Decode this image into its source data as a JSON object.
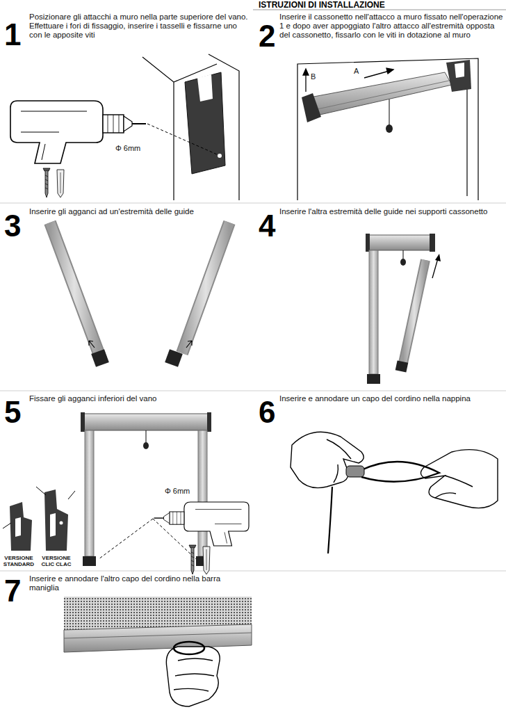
{
  "diagram": {
    "title": "ISTRUZIONI DI INSTALLAZIONE",
    "nodes": [
      {
        "text": [
          "1",
          "Posizionare gli attacchi a muro nella parte superiore del vano. Effettuare i fori di fissaggio, inserire i tasselli e fissarne uno con le apposite viti"
        ]
      },
      {
        "text": [
          "2",
          "Inserire il cassonetto nell'attacco a muro fissato nell'operazione 1 e dopo aver appoggiato l'altro attacco all'estremità opposta del cassonetto, fissarlo con le viti in dotazione al muro"
        ]
      },
      {
        "text": [
          "3",
          "Inserire gli agganci ad un'estremità delle guide"
        ]
      },
      {
        "text": [
          "4",
          "Inserire l'altra estremità delle guide nei supporti cassonetto"
        ]
      },
      {
        "text": [
          "5",
          "Fissare gli agganci inferiori del vano"
        ]
      },
      {
        "text": [
          "6",
          "Inserire e annodare un capo del cordino nella nappina"
        ]
      },
      {
        "text": [
          "7",
          "Inserire e annodare l'altro capo del cordino nella barra maniglia"
        ]
      }
    ],
    "labels": [
      "Φ 6mm",
      "A",
      "B",
      "Φ 6mm",
      "VERSIONE STANDARD",
      "VERSIONE CLIC CLAC"
    ]
  }
}
